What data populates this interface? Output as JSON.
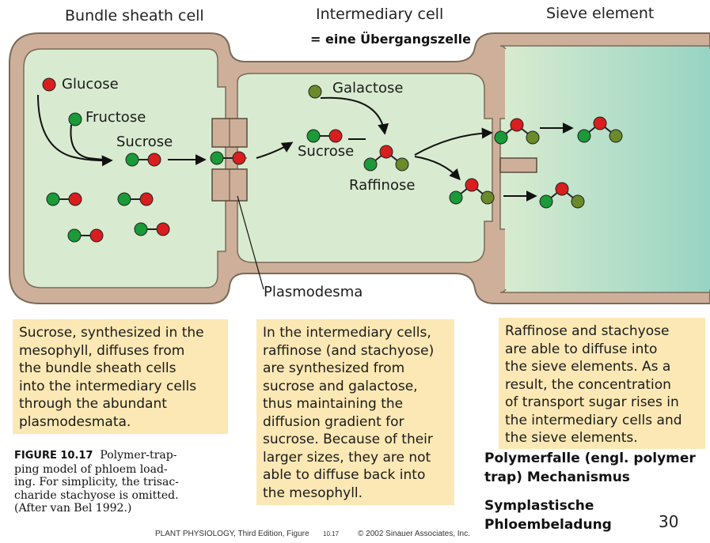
{
  "headers": {
    "bundle_sheath": "Bundle sheath cell",
    "intermediary": "Intermediary cell",
    "intermediary_note": "= eine Übergangszelle",
    "sieve": "Sieve element"
  },
  "molecules": {
    "glucose": "Glucose",
    "fructose": "Fructose",
    "sucrose_left": "Sucrose",
    "galactose": "Galactose",
    "sucrose_mid": "Sucrose",
    "raffinose": "Raffinose"
  },
  "plasmodesma_label": "Plasmodesma",
  "boxes": {
    "left": [
      "Sucrose, synthesized in the",
      "mesophyll, diffuses from",
      "the bundle sheath cells",
      "into the intermediary cells",
      "through the abundant",
      "plasmodesmata."
    ],
    "middle": [
      "In the intermediary cells,",
      "raffinose (and stachyose)",
      "are synthesized from",
      "sucrose and galactose,",
      "thus maintaining the",
      "diffusion gradient for",
      "sucrose. Because of their",
      "larger sizes, they are not",
      "able to diffuse back into",
      "the mesophyll."
    ],
    "right": [
      "Raffinose and stachyose",
      "are able to diffuse into",
      "the sieve elements. As a",
      "result, the concentration",
      "of transport sugar rises in",
      "the intermediary cells and",
      "the sieve elements."
    ]
  },
  "figure_caption": {
    "label": "FIGURE 10.17",
    "lines": [
      "Polymer-trap-",
      "ping model of phloem load-",
      "ing. For simplicity, the trisac-",
      "charide stachyose is omitted.",
      "(After van Bel 1992.)"
    ]
  },
  "notes": {
    "polymer_trap_1": "Polymerfalle (engl. polymer",
    "polymer_trap_2": "trap) Mechanismus",
    "symplastic_1": "Symplastische",
    "symplastic_2": "Phloembeladung"
  },
  "footer": {
    "book": "PLANT PHYSIOLOGY, Third Edition, Figure",
    "figure_number": "10.17",
    "copyright": "© 2002 Sinauer Associates, Inc."
  },
  "page_number": "30",
  "colors": {
    "wall": "#ceb09a",
    "wall_stroke": "#7a6a5a",
    "cytoplasm": "#d8ebd0",
    "sieve_lumen": "#97d4c3",
    "red_molecule": "#d81e1e",
    "green_molecule": "#1a9a38",
    "olive_molecule": "#6b8a2a",
    "textbox_bg": "#fbe8b4"
  }
}
